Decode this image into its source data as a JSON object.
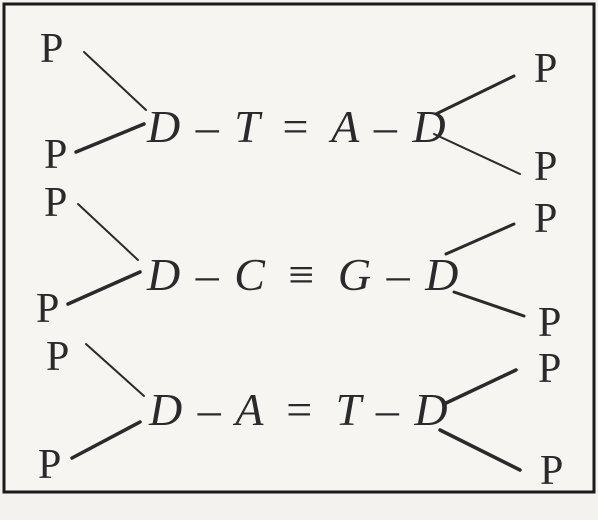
{
  "phosphate_symbol": "P",
  "rows": [
    {
      "left": "D",
      "base1": "T",
      "bond": "=",
      "base2": "A",
      "right": "D"
    },
    {
      "left": "D",
      "base1": "C",
      "bond": "≡",
      "base2": "G",
      "right": "D"
    },
    {
      "left": "D",
      "base1": "A",
      "bond": "=",
      "base2": "T",
      "right": "D"
    }
  ],
  "dash": "–"
}
